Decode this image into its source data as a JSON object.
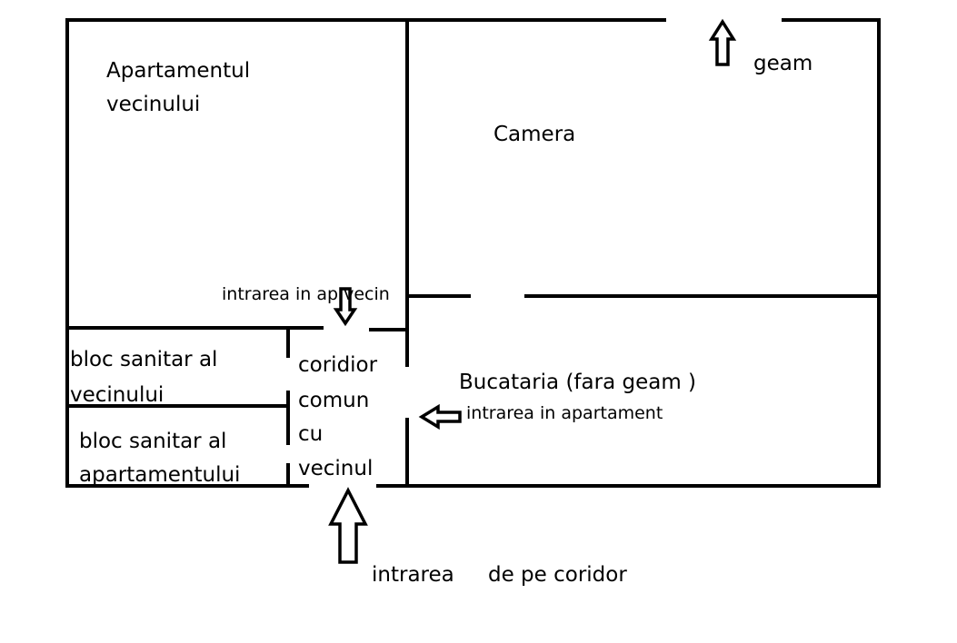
{
  "colors": {
    "ink": "#000000",
    "background": "#ffffff"
  },
  "rooms": {
    "neighbor_apartment": {
      "line1": "Apartamentul",
      "line2": "vecinului"
    },
    "room": "Camera",
    "kitchen": "Bucataria (fara geam )",
    "neighbor_bathroom": {
      "line1": "bloc sanitar al",
      "line2": "vecinului"
    },
    "apartment_bathroom": {
      "line1": "bloc sanitar al",
      "line2": "apartamentului"
    },
    "common_corridor": {
      "line1": "coridior",
      "line2": "comun",
      "line3": "cu",
      "line4": "vecinul"
    }
  },
  "annotations": {
    "window": "geam",
    "neighbor_entrance": "intrarea in ap vecin",
    "apartment_entrance": "intrarea in apartament",
    "corridor_entrance_1": "intrarea",
    "corridor_entrance_2": "de pe coridor"
  },
  "icons": [
    "arrow-up-icon",
    "arrow-down-icon",
    "arrow-left-icon"
  ]
}
